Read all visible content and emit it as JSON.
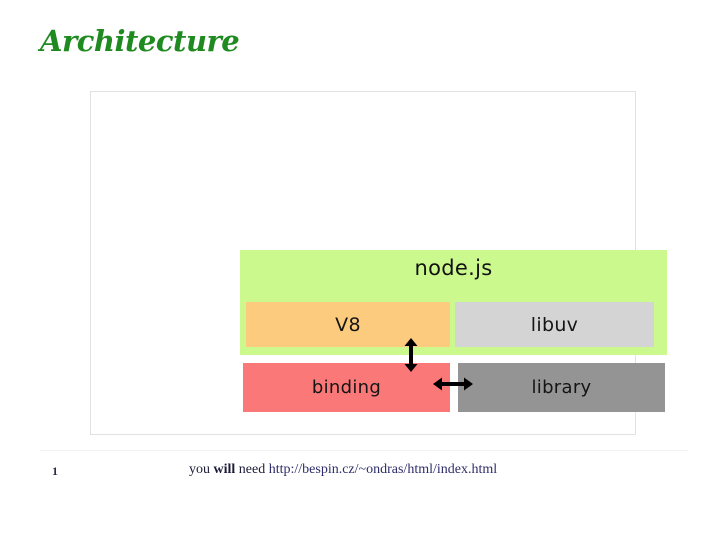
{
  "slide": {
    "title": "Architecture",
    "title_color": "#1f8a1f",
    "page_number": "1"
  },
  "diagram": {
    "name": "nodejs-architecture-diagram",
    "type": "layered-block-diagram",
    "blocks": [
      {
        "id": "node",
        "label": "node.js",
        "color": "#ccf98d",
        "layer": "outer"
      },
      {
        "id": "v8",
        "label": "V8",
        "color": "#fccb7e",
        "layer": "inner-left"
      },
      {
        "id": "libuv",
        "label": "libuv",
        "color": "#d4d4d4",
        "layer": "inner-right"
      },
      {
        "id": "binding",
        "label": "binding",
        "color": "#fb7878",
        "layer": "bottom-left"
      },
      {
        "id": "library",
        "label": "library",
        "color": "#949494",
        "layer": "bottom-right"
      }
    ],
    "connectors": [
      {
        "id": "v8-binding",
        "from": "v8",
        "to": "binding",
        "direction": "bidirectional",
        "orientation": "vertical",
        "color": "#000000"
      },
      {
        "id": "binding-library",
        "from": "binding",
        "to": "library",
        "direction": "bidirectional",
        "orientation": "horizontal",
        "color": "#000000"
      }
    ]
  },
  "footer": {
    "prefix": "you ",
    "emphasis": "will",
    "middle": " need ",
    "url": "http://bespin.cz/~ondras/html/index.html",
    "url_color": "#2d2d6b"
  }
}
